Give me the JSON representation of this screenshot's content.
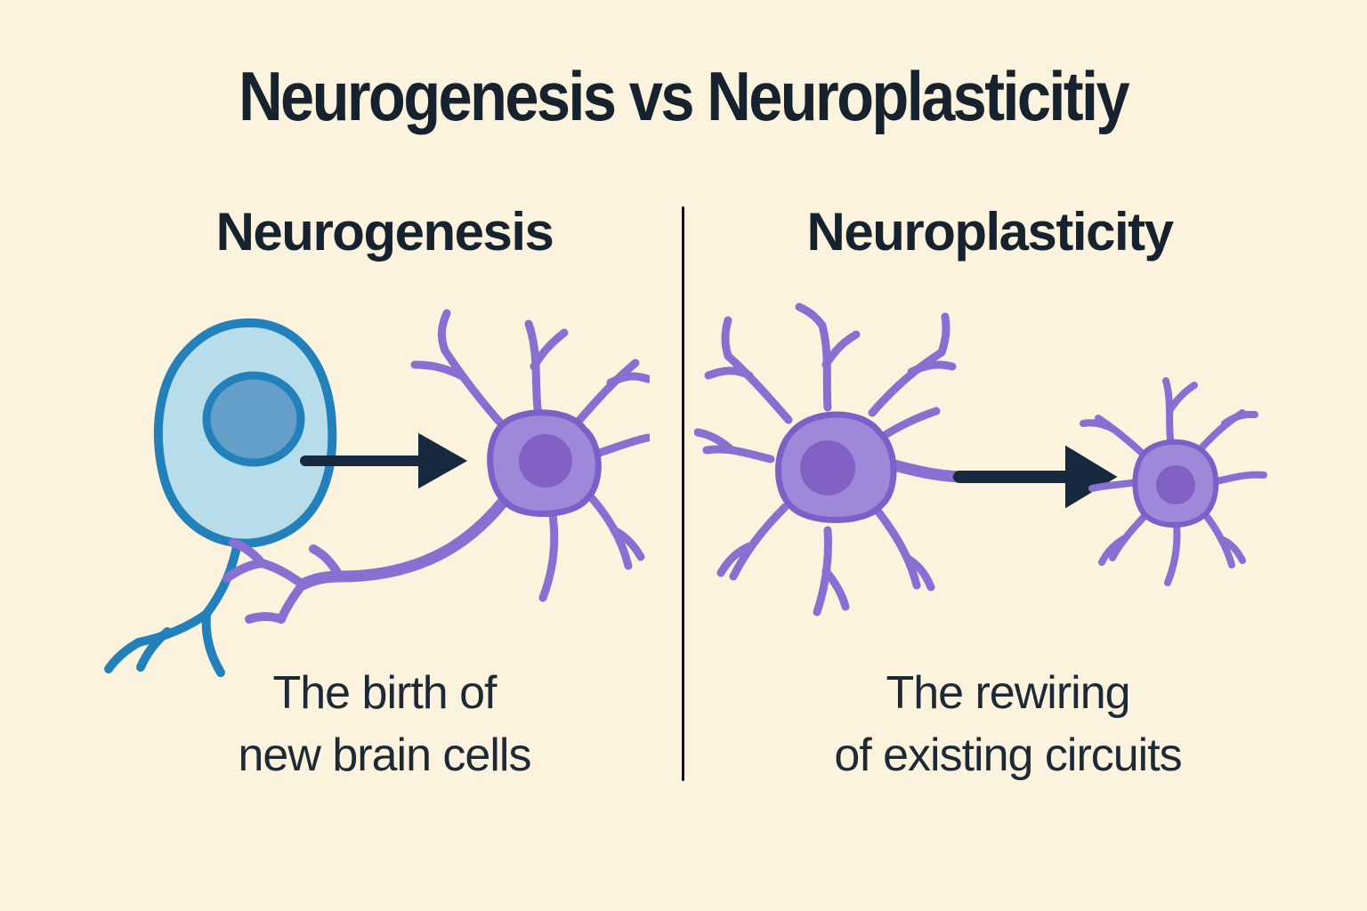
{
  "title": "Neurogenesis vs Neuroplasticitiy",
  "left_panel": {
    "heading": "Neurogenesis",
    "caption_line1": "The birth of",
    "caption_line2": "new brain cells"
  },
  "right_panel": {
    "heading": "Neuroplasticity",
    "caption_line1": "The rewiring",
    "caption_line2": "of existing circuits"
  },
  "colors": {
    "background": "#fbf3de",
    "title_text": "#17222f",
    "caption_text": "#1e2936",
    "divider": "#141414",
    "arrow": "#16293f",
    "stem_cell_fill": "#b7ddeb",
    "stem_cell_outline": "#2280ba",
    "stem_cell_nucleus": "#639fc9",
    "neuron_fill": "#9f87da",
    "neuron_outline": "#7d5fc8",
    "neuron_dendrite": "#8a6fd2",
    "neuron_nucleus": "#8162c4"
  }
}
